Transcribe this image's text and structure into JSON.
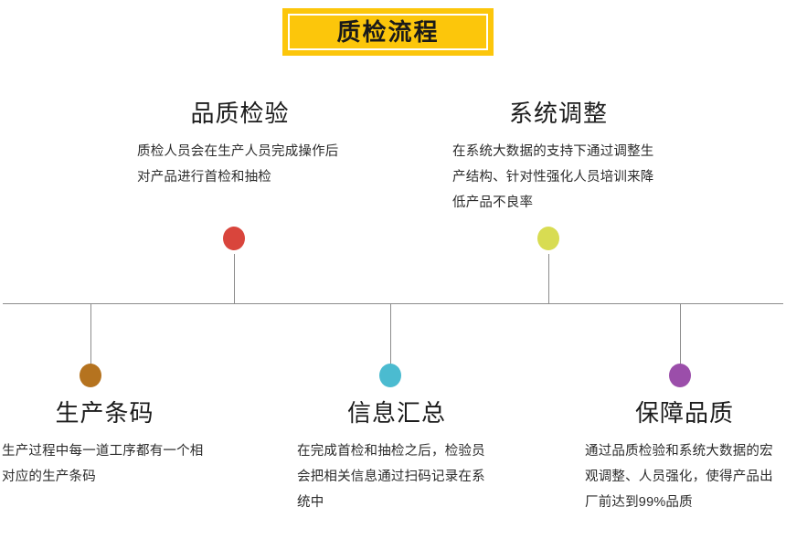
{
  "banner": {
    "title": "质检流程",
    "background_color": "#fcc60b",
    "border_color": "#ffffff",
    "text_color": "#1a1a1a"
  },
  "timeline": {
    "line_color": "#8c8c8c"
  },
  "nodes": {
    "top": [
      {
        "id": "quality-inspection",
        "title": "品质检验",
        "desc": "质检人员会在生产人员完成操作后对产品进行首检和抽检",
        "dot_color": "#d9453c"
      },
      {
        "id": "system-adjustment",
        "title": "系统调整",
        "desc": "在系统大数据的支持下通过调整生产结构、针对性强化人员培训来降低产品不良率",
        "dot_color": "#d8dc52"
      }
    ],
    "bottom": [
      {
        "id": "production-barcode",
        "title": "生产条码",
        "desc": "生产过程中每一道工序都有一个相对应的生产条码",
        "dot_color": "#b5731f"
      },
      {
        "id": "information-summary",
        "title": "信息汇总",
        "desc": "在完成首检和抽检之后，检验员会把相关信息通过扫码记录在系统中",
        "dot_color": "#4bbbd0"
      },
      {
        "id": "quality-assurance",
        "title": "保障品质",
        "desc": "通过品质检验和系统大数据的宏观调整、人员强化，使得产品出厂前达到99%品质",
        "dot_color": "#9b4eaa"
      }
    ]
  }
}
